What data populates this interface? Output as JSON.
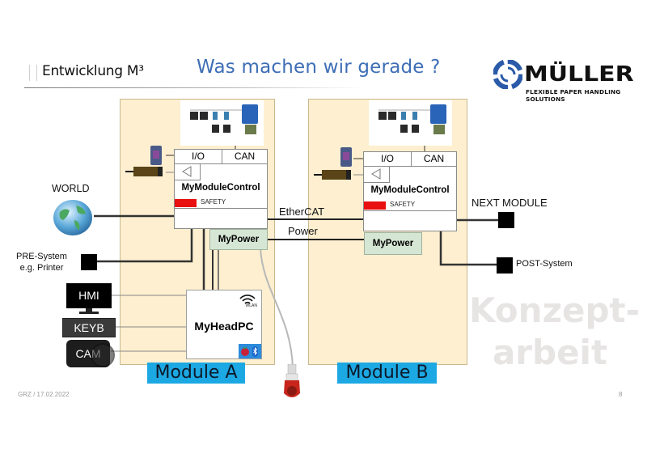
{
  "header": {
    "section": "Entwicklung M³",
    "title": "Was machen wir gerade ?"
  },
  "logo": {
    "name": "MÜLLER",
    "tagline": "FLEXIBLE PAPER HANDLING SOLUTIONS",
    "brand_color": "#2a5aa8"
  },
  "modules": [
    {
      "label": "Module A",
      "controller": {
        "io": "I/O",
        "can": "CAN",
        "name": "MyModuleControl",
        "safety": "SAFETY"
      },
      "power": "MyPower",
      "headpc": {
        "name": "MyHeadPC",
        "wlan": "WLAN"
      }
    },
    {
      "label": "Module B",
      "controller": {
        "io": "I/O",
        "can": "CAN",
        "name": "MyModuleControl",
        "safety": "SAFETY"
      },
      "power": "MyPower"
    }
  ],
  "connections": {
    "ethercat": "EtherCAT",
    "power": "Power"
  },
  "external": {
    "world": "WORLD",
    "pre_system": [
      "PRE-System",
      "e.g. Printer"
    ],
    "next_module": "NEXT MODULE",
    "post_system": "POST-System",
    "hmi": "HMI",
    "keyboard": "KEYB",
    "camera": "CAM"
  },
  "watermark": [
    "Konzept-",
    "arbeit"
  ],
  "footer": {
    "author_date": "GRZ / 17.02.2022",
    "page": "8"
  },
  "colors": {
    "module_bg": "#fdefcf",
    "module_label_bg": "#1ca8e3",
    "safety": "#e81010",
    "power_bg": "#d6e6d4",
    "title": "#3e6eb5"
  }
}
